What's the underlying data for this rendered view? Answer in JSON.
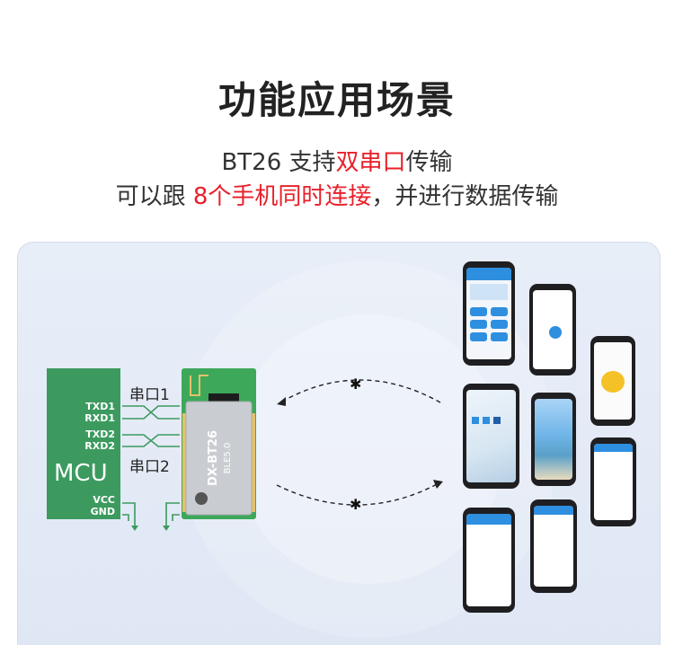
{
  "heading": {
    "title": "功能应用场景"
  },
  "subtitle1": {
    "prefix": "BT26 支持",
    "highlight": "双串口",
    "suffix": "传输"
  },
  "subtitle2": {
    "prefix": "可以跟 ",
    "highlight": "8个手机同时连接",
    "suffix": "，并进行数据传输"
  },
  "mcu": {
    "label": "MCU",
    "pins": [
      "TXD1",
      "RXD1",
      "TXD2",
      "RXD2",
      "VCC",
      "GND"
    ]
  },
  "ports": {
    "port1": "串口1",
    "port2": "串口2"
  },
  "module": {
    "name": "DX-BT26",
    "version": "BLE5.0"
  },
  "icons": {
    "bluetooth": "bluetooth-icon",
    "arrow": "dashed-arrow"
  },
  "colors": {
    "highlight": "#e8202a",
    "mcu": "#3c9a5f",
    "pcb": "#3da85a",
    "accent_blue": "#2e8fe0"
  }
}
